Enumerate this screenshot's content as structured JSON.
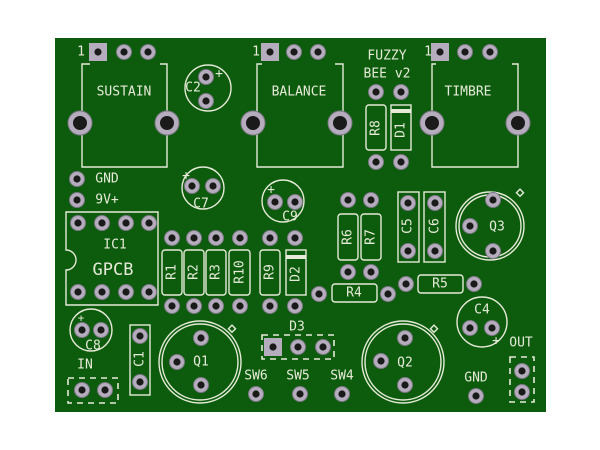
{
  "board": {
    "colors": {
      "board": "#0d5c0e",
      "silkscreen": "#e6ead8",
      "pad": "#b5adbd",
      "hole": "#1a1a1a"
    },
    "title_line1": "FUZZY",
    "title_line2": "BEE v2",
    "pots": [
      {
        "pin1": "1",
        "label": "SUSTAIN"
      },
      {
        "pin1": "1",
        "label": "BALANCE"
      },
      {
        "pin1": "1",
        "label": "TIMBRE"
      }
    ],
    "power": {
      "gnd": "GND",
      "vplus": "9V+"
    },
    "ic": {
      "ref": "IC1",
      "value": "GPCB"
    },
    "resistors": [
      "R1",
      "R2",
      "R3",
      "R10",
      "R9",
      "R8",
      "R6",
      "R7",
      "R4",
      "R5"
    ],
    "diodes": [
      "D1",
      "D2",
      "D3"
    ],
    "capacitors": [
      "C1",
      "C2",
      "C4",
      "C5",
      "C6",
      "C7",
      "C8",
      "C9"
    ],
    "transistors": [
      "Q1",
      "Q2",
      "Q3"
    ],
    "switches": [
      "SW6",
      "SW5",
      "SW4"
    ],
    "io": {
      "input": "IN",
      "output": "OUT",
      "gnd": "GND"
    },
    "polarity_mark": "+"
  }
}
